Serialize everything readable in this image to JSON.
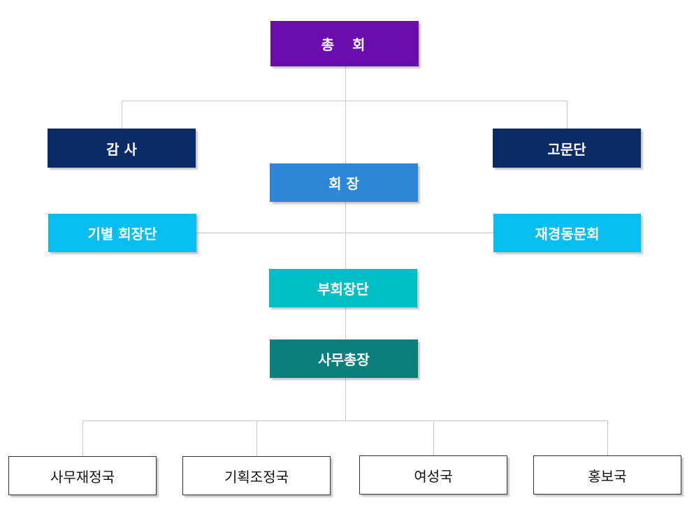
{
  "nodes": {
    "general_assembly": {
      "label": "총  회",
      "color": "#6a0dad"
    },
    "auditor": {
      "label": "감 사",
      "color": "#0b2b66"
    },
    "advisory_group": {
      "label": "고문단",
      "color": "#0b2b66"
    },
    "chairman": {
      "label": "회 장",
      "color": "#2e86d6"
    },
    "former_chairmen": {
      "label": "기별 회장단",
      "color": "#06bff0"
    },
    "alumni_association": {
      "label": "재경동문회",
      "color": "#06bff0"
    },
    "vice_chairmen": {
      "label": "부회장단",
      "color": "#00bfc4"
    },
    "secretary_general": {
      "label": "사무총장",
      "color": "#0a7f7c"
    },
    "dept_admin_finance": {
      "label": "사무재정국"
    },
    "dept_planning": {
      "label": "기획조정국"
    },
    "dept_women": {
      "label": "여성국"
    },
    "dept_pr": {
      "label": "홍보국"
    }
  },
  "line_color": "#c8c8c8"
}
